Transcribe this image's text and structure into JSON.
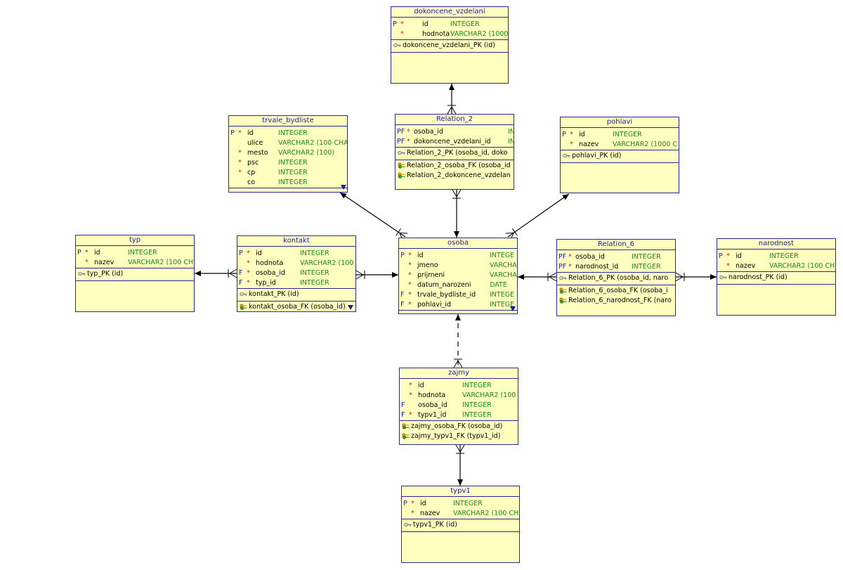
{
  "entities": {
    "dokoncene_vzdelani": {
      "title": "dokoncene_vzdelani",
      "columns": [
        {
          "flag": "P",
          "star": "*",
          "name": "id",
          "type": "INTEGER"
        },
        {
          "flag": "",
          "star": "*",
          "name": "hodnota",
          "type": "VARCHAR2 (1000"
        }
      ],
      "pk": [
        "dokoncene_vzdelani_PK (id)"
      ]
    },
    "trvale_bydliste": {
      "title": "trvale_bydliste",
      "columns": [
        {
          "flag": "P",
          "star": "*",
          "name": "id",
          "type": "INTEGER"
        },
        {
          "flag": "",
          "star": "",
          "name": "ulice",
          "type": "VARCHAR2 (100 CHA"
        },
        {
          "flag": "",
          "star": "*",
          "name": "mesto",
          "type": "VARCHAR2 (100)"
        },
        {
          "flag": "",
          "star": "*",
          "name": "psc",
          "type": "INTEGER"
        },
        {
          "flag": "",
          "star": "*",
          "name": "cp",
          "type": "INTEGER"
        },
        {
          "flag": "",
          "star": "",
          "name": "co",
          "type": "INTEGER"
        }
      ]
    },
    "relation_2": {
      "title": "Relation_2",
      "columns": [
        {
          "flag": "PF",
          "star": "*",
          "name": "osoba_id",
          "type": "INT"
        },
        {
          "flag": "PF",
          "star": "*",
          "name": "dokoncene_vzdelani_id",
          "type": "IN"
        }
      ],
      "pk": [
        "Relation_2_PK (osoba_id, doko"
      ],
      "fk": [
        "Relation_2_osoba_FK (osoba_id",
        "Relation_2_dokoncene_vzdelan"
      ]
    },
    "pohlavi": {
      "title": "pohlavi",
      "columns": [
        {
          "flag": "P",
          "star": "*",
          "name": "id",
          "type": "INTEGER"
        },
        {
          "flag": "",
          "star": "*",
          "name": "nazev",
          "type": "VARCHAR2 (1000 C"
        }
      ],
      "pk": [
        "pohlavi_PK (id)"
      ]
    },
    "typ": {
      "title": "typ",
      "columns": [
        {
          "flag": "P",
          "star": "*",
          "name": "id",
          "type": "INTEGER"
        },
        {
          "flag": "",
          "star": "*",
          "name": "nazev",
          "type": "VARCHAR2 (100 CH"
        }
      ],
      "pk": [
        "typ_PK (id)"
      ]
    },
    "kontakt": {
      "title": "kontakt",
      "columns": [
        {
          "flag": "P",
          "star": "*",
          "name": "id",
          "type": "INTEGER"
        },
        {
          "flag": "",
          "star": "*",
          "name": "hodnota",
          "type": "VARCHAR2 (100"
        },
        {
          "flag": "F",
          "star": "*",
          "name": "osoba_id",
          "type": "INTEGER"
        },
        {
          "flag": "F",
          "star": "*",
          "name": "typ_id",
          "type": "INTEGER"
        }
      ],
      "pk": [
        "kontakt_PK (id)"
      ],
      "fk": [
        "kontakt_osoba_FK (osoba_id)"
      ]
    },
    "osoba": {
      "title": "osoba",
      "columns": [
        {
          "flag": "P",
          "star": "*",
          "name": "id",
          "type": "INTEGE"
        },
        {
          "flag": "",
          "star": "*",
          "name": "jmeno",
          "type": "VARCHA"
        },
        {
          "flag": "",
          "star": "*",
          "name": "prijmeni",
          "type": "VARCHA"
        },
        {
          "flag": "",
          "star": "*",
          "name": "datum_narozeni",
          "type": "DATE"
        },
        {
          "flag": "F",
          "star": "*",
          "name": "trvale_bydliste_id",
          "type": "INTEGE"
        },
        {
          "flag": "F",
          "star": "*",
          "name": "pohlavi_id",
          "type": "INTEGE"
        }
      ]
    },
    "relation_6": {
      "title": "Relation_6",
      "columns": [
        {
          "flag": "PF",
          "star": "*",
          "name": "osoba_id",
          "type": "INTEGER"
        },
        {
          "flag": "PF",
          "star": "*",
          "name": "narodnost_id",
          "type": "INTEGER"
        }
      ],
      "pk": [
        "Relation_6_PK (osoba_id, naro"
      ],
      "fk": [
        "Relation_6_osoba_FK (osoba_i",
        "Relation_6_narodnost_FK (naro"
      ]
    },
    "narodnost": {
      "title": "narodnost",
      "columns": [
        {
          "flag": "P",
          "star": "*",
          "name": "id",
          "type": "INTEGER"
        },
        {
          "flag": "",
          "star": "*",
          "name": "nazev",
          "type": "VARCHAR2 (100 CH"
        }
      ],
      "pk": [
        "narodnost_PK (id)"
      ]
    },
    "zajmy": {
      "title": "zajmy",
      "columns": [
        {
          "flag": "",
          "star": "*",
          "name": "id",
          "type": "INTEGER"
        },
        {
          "flag": "",
          "star": "*",
          "name": "hodnota",
          "type": "VARCHAR2 (100"
        },
        {
          "flag": "F",
          "star": "",
          "name": "osoba_id",
          "type": "INTEGER"
        },
        {
          "flag": "F",
          "star": "*",
          "name": "typv1_id",
          "type": "INTEGER"
        }
      ],
      "fk": [
        "zajmy_osoba_FK (osoba_id)",
        "zajmy_typv1_FK (typv1_id)"
      ]
    },
    "typv1": {
      "title": "typv1",
      "columns": [
        {
          "flag": "P",
          "star": "*",
          "name": "id",
          "type": "INTEGER"
        },
        {
          "flag": "",
          "star": "*",
          "name": "nazev",
          "type": "VARCHAR2 (100 CH"
        }
      ],
      "pk": [
        "typv1_PK (id)"
      ]
    }
  },
  "colors": {
    "entity_fill": "#ffffc0",
    "entity_border": "#2a2aa0",
    "title_text": "#1a1aa8",
    "type_text": "#1a8a1a",
    "mandatory_star": "#cc2200",
    "connector": "#000000"
  },
  "icons": {
    "pk": "key-icon",
    "fk": "foreign-key-icon",
    "more": "more-columns-arrow-icon"
  }
}
